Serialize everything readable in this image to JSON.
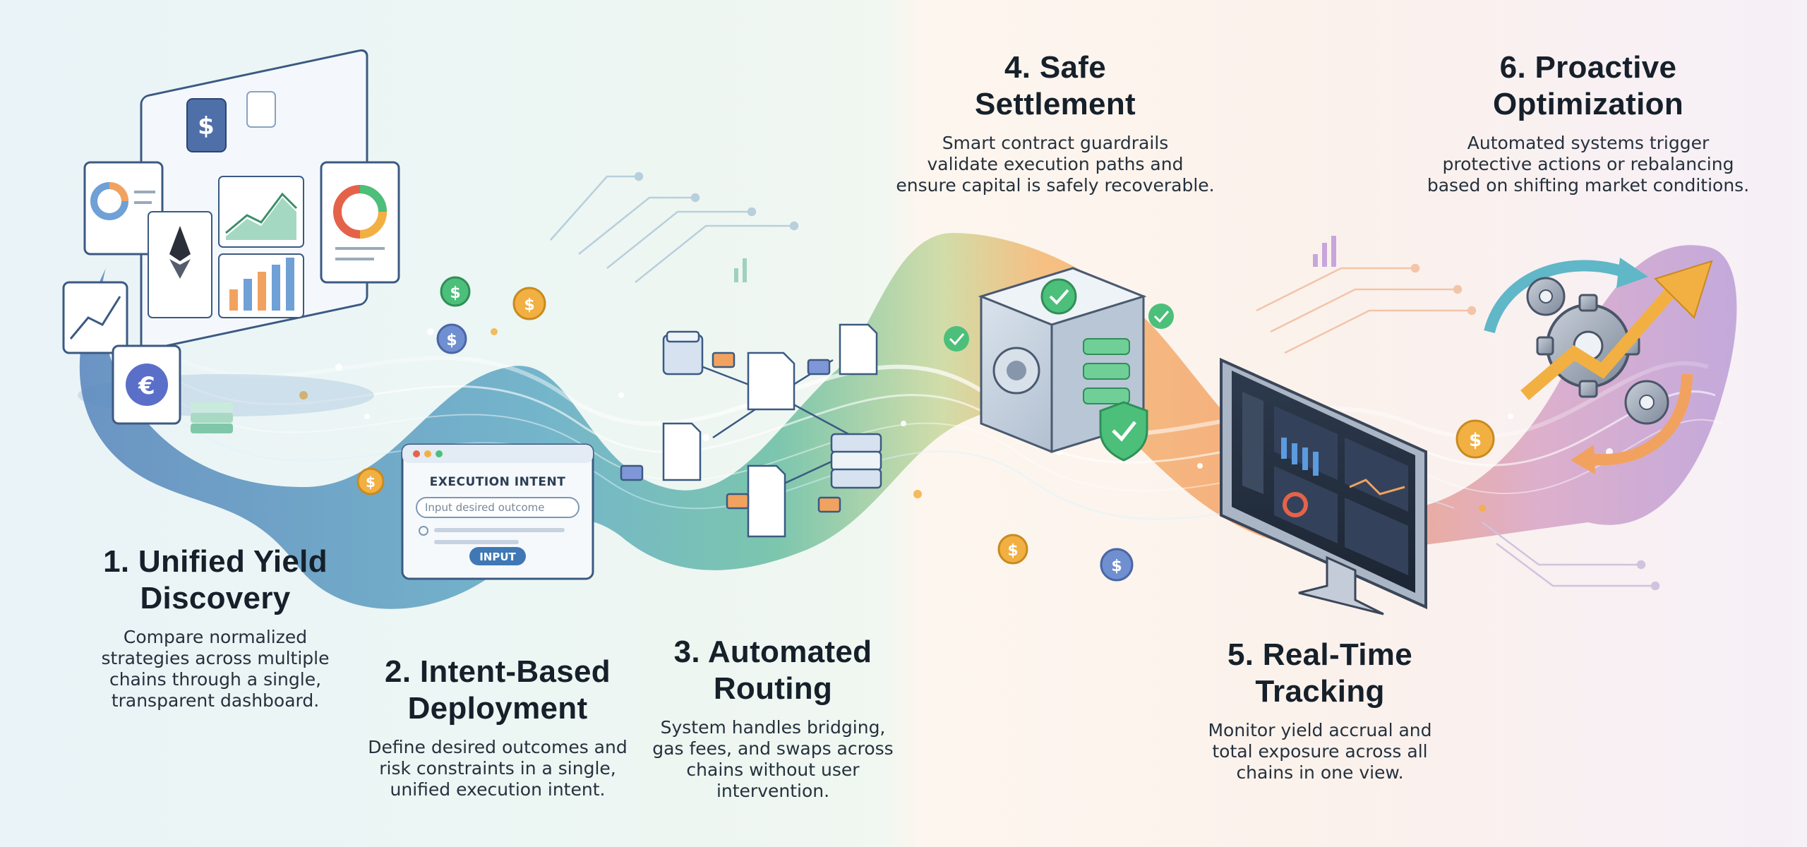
{
  "steps": [
    {
      "title": "1. Unified Yield Discovery",
      "title_lines": [
        "1. Unified Yield",
        "Discovery"
      ],
      "desc_lines": [
        "Compare normalized",
        "strategies across multiple",
        "chains through a single,",
        "transparent dashboard."
      ]
    },
    {
      "title": "2. Intent-Based Deployment",
      "title_lines": [
        "2. Intent-Based",
        "Deployment"
      ],
      "desc_lines": [
        "Define desired outcomes and",
        "risk constraints in a single,",
        "unified execution intent."
      ]
    },
    {
      "title": "3. Automated Routing",
      "title_lines": [
        "3. Automated",
        "Routing"
      ],
      "desc_lines": [
        "System handles bridging,",
        "gas fees, and swaps across",
        "chains without user",
        "intervention."
      ]
    },
    {
      "title": "4. Safe Settlement",
      "title_lines": [
        "4. Safe",
        "Settlement"
      ],
      "desc_lines": [
        "Smart contract guardrails",
        "validate execution paths and",
        "ensure capital is safely recoverable."
      ]
    },
    {
      "title": "5. Real-Time Tracking",
      "title_lines": [
        "5. Real-Time",
        "Tracking"
      ],
      "desc_lines": [
        "Monitor yield accrual and",
        "total exposure across all",
        "chains in one view."
      ]
    },
    {
      "title": "6. Proactive Optimization",
      "title_lines": [
        "6. Proactive",
        "Optimization"
      ],
      "desc_lines": [
        "Automated systems trigger",
        "protective actions or rebalancing",
        "based on shifting market conditions."
      ]
    }
  ],
  "intent_window": {
    "title": "EXECUTION INTENT",
    "placeholder": "Input desired outcome",
    "button": "INPUT"
  },
  "colors": {
    "blue_wave": "#5b8cc2",
    "teal_wave": "#5fb7a3",
    "orange_wave": "#f2a25f",
    "purple_wave": "#b597d0",
    "text": "#16202a",
    "accent_green": "#4cbf7a",
    "coin_gold": "#f2b042"
  },
  "icons": [
    "dashboard-panels-icon",
    "ethereum-icon",
    "dollar-coin-icon",
    "document-network-icon",
    "vault-safe-icon",
    "shield-check-icon",
    "monitor-dashboard-icon",
    "gear-arrows-icon"
  ]
}
